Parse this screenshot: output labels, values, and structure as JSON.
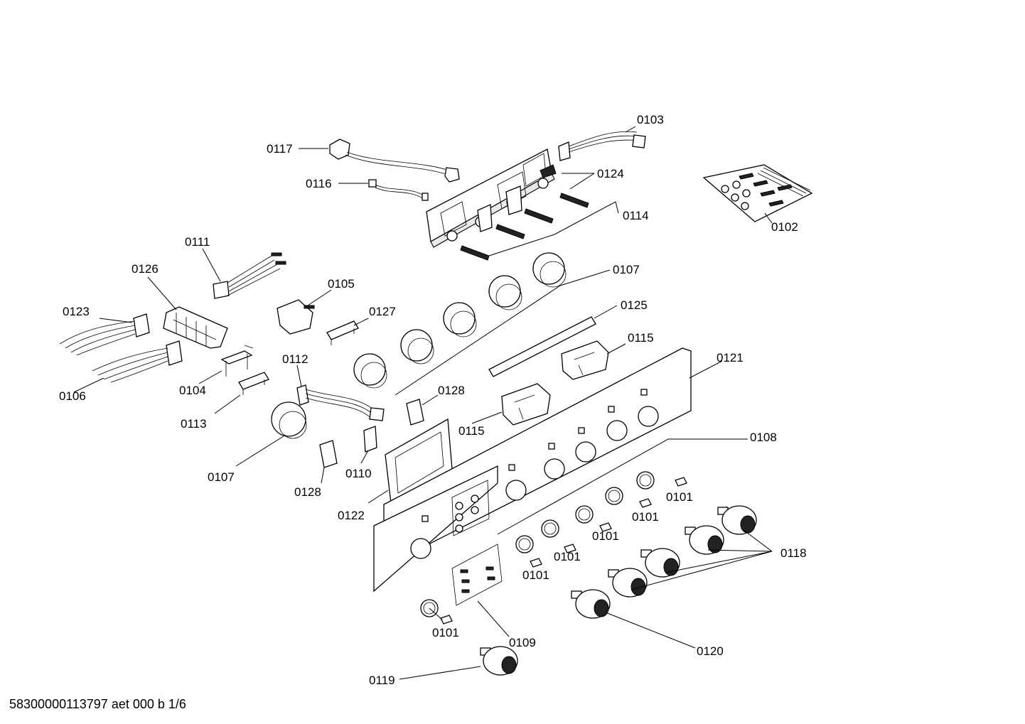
{
  "footer": {
    "doc_id": "58300000113797 aet 000 b 1/6"
  },
  "callouts": {
    "c0103": "0103",
    "c0117": "0117",
    "c0124": "0124",
    "c0116": "0116",
    "c0114": "0114",
    "c0102": "0102",
    "c0111": "0111",
    "c0126": "0126",
    "c0107a": "0107",
    "c0105": "0105",
    "c0123": "0123",
    "c0127": "0127",
    "c0125": "0125",
    "c0115a": "0115",
    "c0112": "0112",
    "c0121": "0121",
    "c0104": "0104",
    "c0106": "0106",
    "c0128a": "0128",
    "c0113": "0113",
    "c0115b": "0115",
    "c0108": "0108",
    "c0107b": "0107",
    "c0128b": "0128",
    "c0110": "0110",
    "c0101a": "0101",
    "c0101b": "0101",
    "c0122": "0122",
    "c0101c": "0101",
    "c0118": "0118",
    "c0101d": "0101",
    "c0101e": "0101",
    "c0109": "0109",
    "c0101f": "0101",
    "c0120": "0120",
    "c0119": "0119"
  }
}
